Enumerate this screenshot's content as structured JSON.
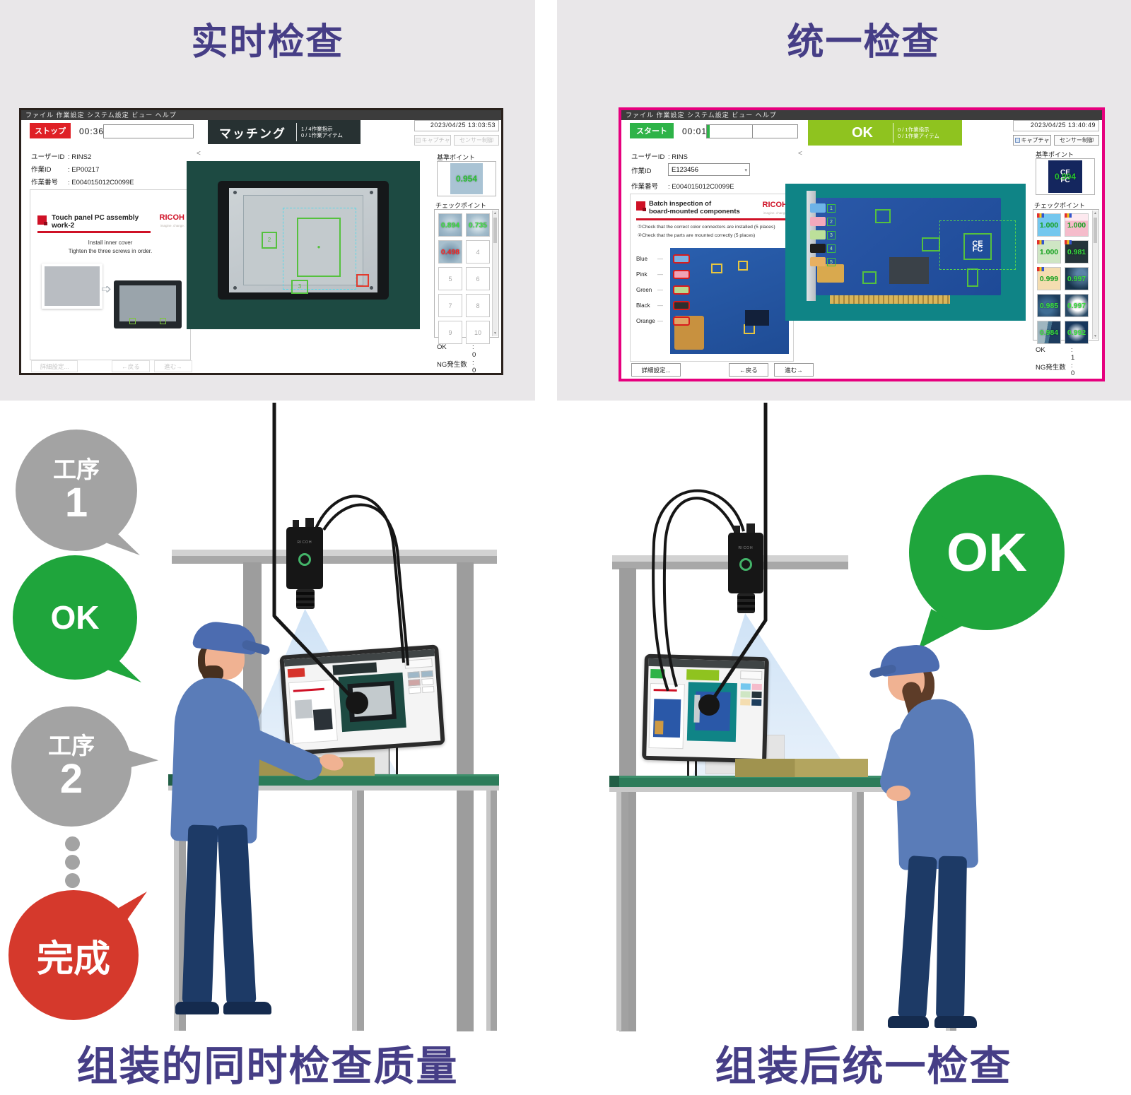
{
  "headers": {
    "left_title": "实时检查",
    "right_title": "统一检查",
    "left_caption": "组装的同时检查质量",
    "right_caption": "组装后统一检查"
  },
  "bubbles": {
    "step_label": "工序",
    "step1": "1",
    "ok_left": "OK",
    "step2": "2",
    "done": "完成",
    "ok_right": "OK"
  },
  "left_app": {
    "menu": "ファイル 作業設定 システム設定 ビュー ヘルプ",
    "stop_button": "ストップ",
    "timer": "00:36",
    "banner": "マッチング",
    "count1": "1 / 4作業指示",
    "count2": "0 / 1作業アイテム",
    "datetime": "2023/04/25 13:03:53",
    "capture_button": "キャプチャ",
    "sensor_button": "センサー制御",
    "collapse": "<",
    "user_label": "ユーザーID",
    "user_value": ": RINS2",
    "work_label": "作業ID",
    "work_value": ": EP00217",
    "num_label": "作業番号",
    "num_value": ": E004015012C0099E",
    "card": {
      "title": "Touch panel PC assembly work-2",
      "brand": "RICOH",
      "brand_sub": "imagine. change.",
      "line1": "Install inner cover",
      "line2": "Tighten the three screws in order."
    },
    "photo_box2": "2",
    "photo_box3": "3",
    "ref_label": "基準ポイント",
    "ref_value": "0.954",
    "check_label": "チェックポイント",
    "checkpoints": [
      {
        "label": "0.894",
        "cellCls": "p-a photo",
        "valCls": "ok"
      },
      {
        "label": "0.735",
        "cellCls": "p-b photo",
        "valCls": "ok"
      },
      {
        "label": "0.498",
        "cellCls": "p-c photo",
        "valCls": "ng"
      },
      {
        "label": "4",
        "cellCls": "empty",
        "valCls": "num"
      },
      {
        "label": "5",
        "cellCls": "empty",
        "valCls": "num"
      },
      {
        "label": "6",
        "cellCls": "empty",
        "valCls": "num"
      },
      {
        "label": "7",
        "cellCls": "empty",
        "valCls": "num"
      },
      {
        "label": "8",
        "cellCls": "empty",
        "valCls": "num"
      },
      {
        "label": "9",
        "cellCls": "empty",
        "valCls": "num"
      },
      {
        "label": "10",
        "cellCls": "empty",
        "valCls": "num"
      }
    ],
    "ok_label": "OK",
    "ok_value": ": 0",
    "ng_label": "NG発生数",
    "ng_value": ": 0",
    "detail_button": "詳細設定...",
    "back_button": "←戻る",
    "next_button": "進む→"
  },
  "right_app": {
    "menu": "ファイル 作業設定 システム設定 ビュー ヘルプ",
    "start_button": "スタート",
    "timer": "00:01",
    "banner": "OK",
    "count1": "0 / 1作業指示",
    "count2": "0 / 1作業アイテム",
    "datetime": "2023/04/25 13:40:49",
    "capture_button": "キャプチャ",
    "sensor_button": "センサー制御",
    "collapse": "<",
    "user_label": "ユーザーID",
    "user_value": ": RINS",
    "work_label": "作業ID",
    "work_colon": ":",
    "work_value": "E123456",
    "num_label": "作業番号",
    "num_value": ": E004015012C0099E",
    "card": {
      "title1": "Batch inspection of",
      "title2": "board-mounted components",
      "brand": "RICOH",
      "brand_sub": "imagine. change.",
      "check1": "①Check that the correct color connectors are installed (5 places)",
      "check2": "②Check that the parts are mounted correctly (5 places)"
    },
    "connectors": [
      {
        "name": "Blue",
        "color": "#79b1e3"
      },
      {
        "name": "Pink",
        "color": "#f0a3b6"
      },
      {
        "name": "Green",
        "color": "#b7d98f"
      },
      {
        "name": "Black",
        "color": "#2e2e2e"
      },
      {
        "name": "Orange",
        "color": "#e0a566"
      }
    ],
    "jacks": [
      {
        "n": "1",
        "color": "#6db3e8"
      },
      {
        "n": "2",
        "color": "#f2a9bc"
      },
      {
        "n": "3",
        "color": "#bce09a"
      },
      {
        "n": "4",
        "color": "#1e1e1e"
      },
      {
        "n": "5",
        "color": "#e8b062"
      }
    ],
    "ref_label": "基準ポイント",
    "ref_value": "0.994",
    "ref_mark_top": "CE",
    "ref_mark_bottom": "FC",
    "check_label": "チェックポイント",
    "checkpoints": [
      {
        "label": "1.000",
        "cellCls": "c-blue stripe",
        "valCls": "ok"
      },
      {
        "label": "1.000",
        "cellCls": "c-pink stripe",
        "valCls": "ok"
      },
      {
        "label": "1.000",
        "cellCls": "c-green stripe",
        "valCls": "ok"
      },
      {
        "label": "0.981",
        "cellCls": "c-dark stripe photo",
        "valCls": "ok"
      },
      {
        "label": "0.999",
        "cellCls": "c-orange stripe",
        "valCls": "ok"
      },
      {
        "label": "0.997",
        "cellCls": "c-photo1 photo",
        "valCls": "ok"
      },
      {
        "label": "0.985",
        "cellCls": "c-photo2 photo",
        "valCls": "ok"
      },
      {
        "label": "0.997",
        "cellCls": "c-photo3 photo",
        "valCls": "ok"
      },
      {
        "label": "0.984",
        "cellCls": "c-photo4 photo",
        "valCls": "ok"
      },
      {
        "label": "0.992",
        "cellCls": "c-photo5 photo",
        "valCls": "ok"
      }
    ],
    "ok_label": "OK",
    "ok_value": ": 1",
    "ng_label": "NG発生数",
    "ng_value": ": 0",
    "detail_button": "詳細設定...",
    "back_button": "←戻る",
    "next_button": "進む→"
  }
}
